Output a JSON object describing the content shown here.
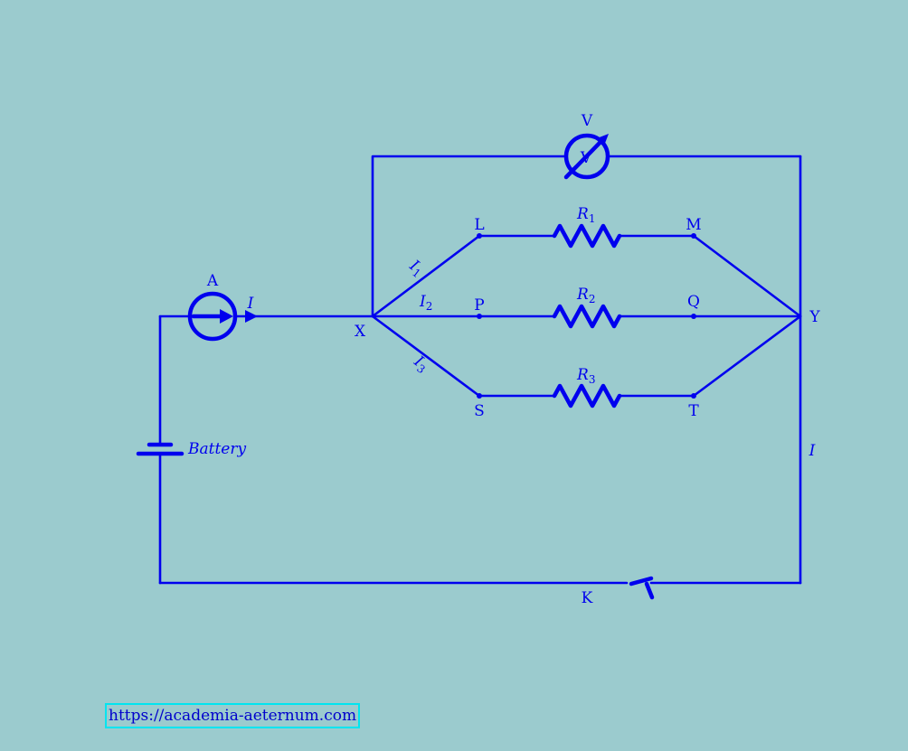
{
  "diagram": {
    "nodes": {
      "X": "X",
      "Y": "Y",
      "L": "L",
      "M": "M",
      "P": "P",
      "Q": "Q",
      "S": "S",
      "T": "T",
      "K": "K"
    },
    "meters": {
      "ammeter_label": "A",
      "voltmeter_label": "V",
      "voltmeter_symbol": "V"
    },
    "resistors": {
      "r1": {
        "sym": "R",
        "sub": "1"
      },
      "r2": {
        "sym": "R",
        "sub": "2"
      },
      "r3": {
        "sym": "R",
        "sub": "3"
      }
    },
    "currents": {
      "main_left": "I",
      "main_right": "I",
      "i1": {
        "sym": "I",
        "sub": "1"
      },
      "i2": {
        "sym": "I",
        "sub": "2"
      },
      "i3": {
        "sym": "I",
        "sub": "3"
      }
    },
    "battery_label": "Battery"
  },
  "footer": {
    "link_text": "https://academia-aeternum.com"
  },
  "colors": {
    "background": "#9bcbce",
    "wire": "#0000ee",
    "link_border": "#00e5f0"
  }
}
